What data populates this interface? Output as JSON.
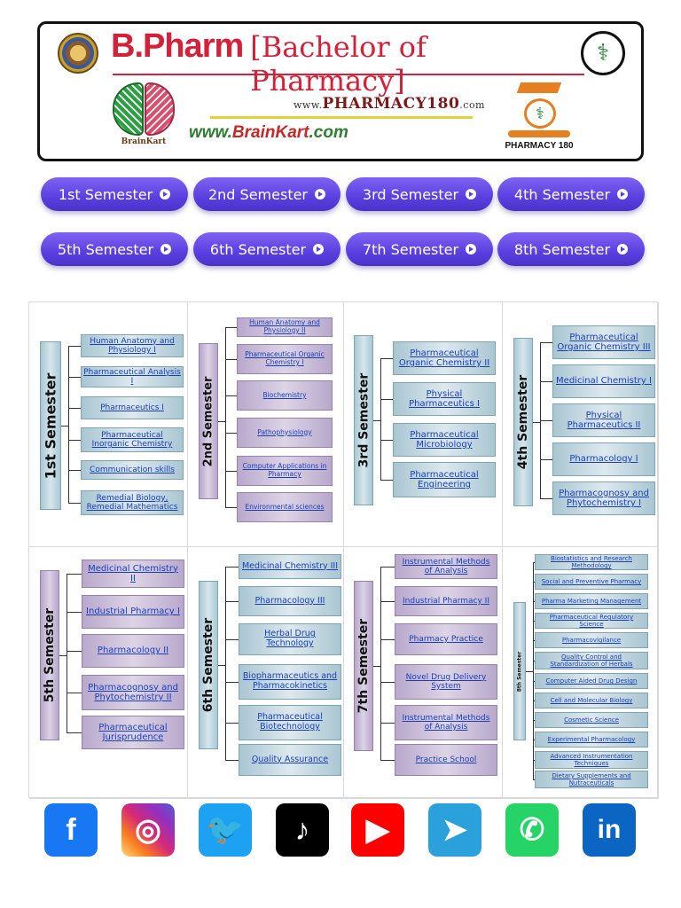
{
  "header": {
    "title_short": "B.Pharm",
    "title_long": "[Bachelor of Pharmacy]",
    "brainkart_label": "BrainKart",
    "pharmacy_site_prefix": "www.",
    "pharmacy_site_name": "PHARMACY180",
    "pharmacy_site_suffix": ".com",
    "brainkart_site_prefix": "www.",
    "brainkart_site_name": "BrainKart",
    "brainkart_site_suffix": ".com",
    "pharmacy180_label": "PHARMACY 180"
  },
  "semester_buttons": [
    {
      "label": "1st Semester"
    },
    {
      "label": "2nd Semester"
    },
    {
      "label": "3rd Semester"
    },
    {
      "label": "4th Semester"
    },
    {
      "label": "5th Semester"
    },
    {
      "label": "6th Semester"
    },
    {
      "label": "7th Semester"
    },
    {
      "label": "8th Semester"
    }
  ],
  "semesters": [
    {
      "label": "1st Semester",
      "subjects": [
        "Human Anatomy and Physiology I",
        "Pharmaceutical Analysis I",
        "Pharmaceutics I",
        "Pharmaceutical Inorganic Chemistry",
        "Communication skills",
        "Remedial Biology, Remedial Mathematics"
      ]
    },
    {
      "label": "2nd Semester",
      "subjects": [
        "Human Anatomy and Physiology II",
        "Pharmaceutical Organic Chemistry I",
        "Biochemistry",
        "Pathophysiology",
        "Computer Applications in Pharmacy",
        "Environmental sciences"
      ]
    },
    {
      "label": "3rd Semester",
      "subjects": [
        "Pharmaceutical Organic Chemistry II",
        "Physical Pharmaceutics I",
        "Pharmaceutical Microbiology",
        "Pharmaceutical Engineering"
      ]
    },
    {
      "label": "4th Semester",
      "subjects": [
        "Pharmaceutical Organic Chemistry III",
        "Medicinal Chemistry I",
        "Physical Pharmaceutics II",
        "Pharmacology I",
        "Pharmacognosy and Phytochemistry I"
      ]
    },
    {
      "label": "5th Semester",
      "subjects": [
        "Medicinal Chemistry II",
        "Industrial Pharmacy I",
        "Pharmacology II",
        "Pharmacognosy and Phytochemistry II",
        "Pharmaceutical Jurisprudence"
      ]
    },
    {
      "label": "6th Semester",
      "subjects": [
        "Medicinal Chemistry III",
        "Pharmacology III",
        "Herbal Drug Technology",
        "Biopharmaceutics and Pharmacokinetics",
        "Pharmaceutical Biotechnology",
        "Quality Assurance"
      ]
    },
    {
      "label": "7th Semester",
      "subjects": [
        "Instrumental Methods of Analysis",
        "Industrial Pharmacy II",
        "Pharmacy Practice",
        "Novel Drug Delivery System",
        "Instrumental Methods of Analysis",
        "Practice School"
      ]
    },
    {
      "label": "8th Semester",
      "subjects": [
        "Biostatistics and Research Methodology",
        "Social and Preventive Pharmacy",
        "Pharma Marketing Management",
        "Pharmaceutical Regulatory Science",
        "Pharmacovigilance",
        "Quality Control and Standardization of Herbals",
        "Computer Aided Drug Design",
        "Cell and Molecular Biology",
        "Cosmetic Science",
        "Experimental Pharmacology",
        "Advanced Instrumentation Techniques",
        "Dietary Supplements and Nutraceuticals"
      ]
    }
  ],
  "social": [
    {
      "icon": "facebook-icon",
      "glyph": "f",
      "color": "#1877f2"
    },
    {
      "icon": "instagram-icon",
      "glyph": "◎",
      "color": "#d62976"
    },
    {
      "icon": "twitter-icon",
      "glyph": "🐦",
      "color": "#1da1f2"
    },
    {
      "icon": "tiktok-icon",
      "glyph": "♪",
      "color": "#000000"
    },
    {
      "icon": "youtube-icon",
      "glyph": "▶",
      "color": "#ff0000"
    },
    {
      "icon": "telegram-icon",
      "glyph": "➤",
      "color": "#2aa1da"
    },
    {
      "icon": "whatsapp-icon",
      "glyph": "✆",
      "color": "#25d366"
    },
    {
      "icon": "linkedin-icon",
      "glyph": "in",
      "color": "#0a66c2"
    }
  ]
}
